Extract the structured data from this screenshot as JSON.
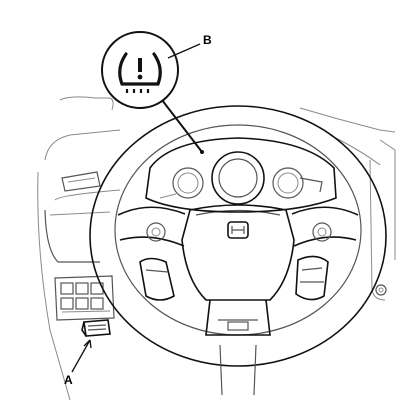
{
  "callouts": {
    "a": "A",
    "b": "B"
  },
  "icons": {
    "tpms": "tire-pressure-warning-icon",
    "button": "tpms-calibration-button"
  }
}
